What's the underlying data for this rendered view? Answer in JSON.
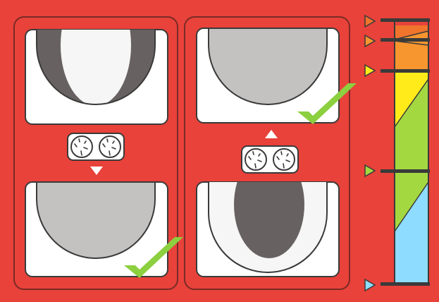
{
  "colors": {
    "background": "#e8423a",
    "panel_border": "#7a2a26",
    "card_fill": "#ffffff",
    "outline": "#3a3a3a",
    "dark_gray": "#676261",
    "light_gray": "#c4c2c1",
    "off_white": "#f6f6f6",
    "check_green": "#8ccf3f",
    "scale": {
      "orange_dark": "#f0742c",
      "orange": "#f7952f",
      "yellow": "#ffeb1a",
      "green": "#a3d840",
      "blue": "#8edcff"
    }
  },
  "panels": [
    {
      "id": "left",
      "top_card": {
        "icon": "striped-dome-icon",
        "fill": "dark-light-dark"
      },
      "bottom_card": {
        "icon": "gray-dome-icon",
        "fill": "gray"
      },
      "connector_icon": "two-gauges-icon",
      "arrow": "down-arrow-icon",
      "check": "checkmark-icon",
      "check_on": "bottom_card"
    },
    {
      "id": "right",
      "top_card": {
        "icon": "gray-dome-icon",
        "fill": "gray"
      },
      "bottom_card": {
        "icon": "striped-dome-icon",
        "fill": "light-dark-light"
      },
      "connector_icon": "two-gauges-icon",
      "arrow": "up-arrow-icon",
      "check": "checkmark-icon",
      "check_on": "top_card"
    }
  ],
  "scale_markers": [
    {
      "name": "marker-orange-dark",
      "color": "orange_dark"
    },
    {
      "name": "marker-orange",
      "color": "orange"
    },
    {
      "name": "marker-yellow",
      "color": "yellow"
    },
    {
      "name": "marker-green",
      "color": "green"
    },
    {
      "name": "marker-blue",
      "color": "blue"
    }
  ]
}
